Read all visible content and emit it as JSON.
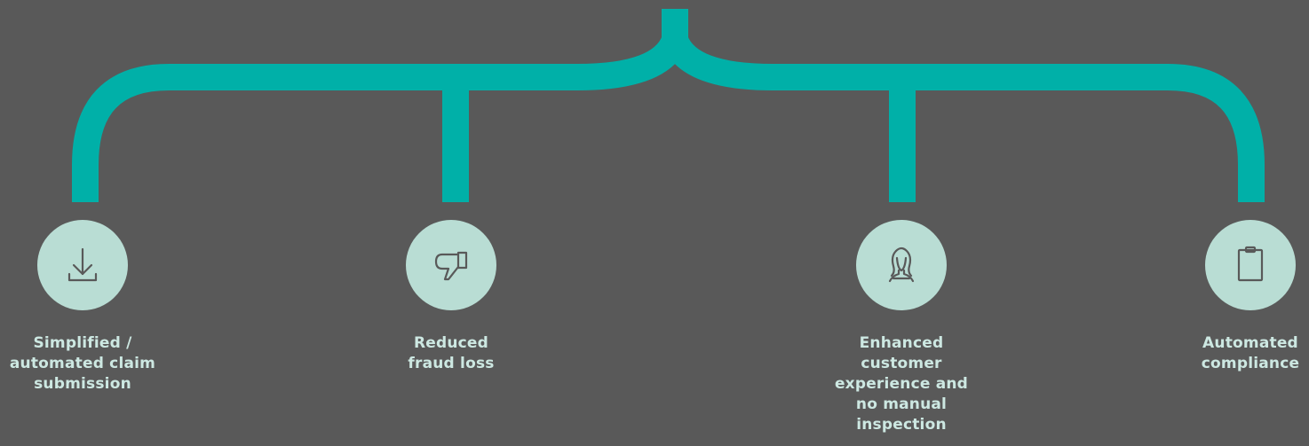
{
  "colors": {
    "background": "#595959",
    "connector": "#00b0a8",
    "icon_circle": "#b9ddd4",
    "icon_stroke": "#595959",
    "label_text": "#cde8e2"
  },
  "benefits": [
    {
      "icon": "download-icon",
      "label_lines": [
        "Simplified /",
        "automated claim",
        "submission"
      ]
    },
    {
      "icon": "thumbs-down-icon",
      "label_lines": [
        "Reduced",
        "fraud loss"
      ]
    },
    {
      "icon": "person-icon",
      "label_lines": [
        "Enhanced",
        "customer",
        "experience and",
        "no manual",
        "inspection"
      ]
    },
    {
      "icon": "clipboard-icon",
      "label_lines": [
        "Automated",
        "compliance"
      ]
    }
  ]
}
